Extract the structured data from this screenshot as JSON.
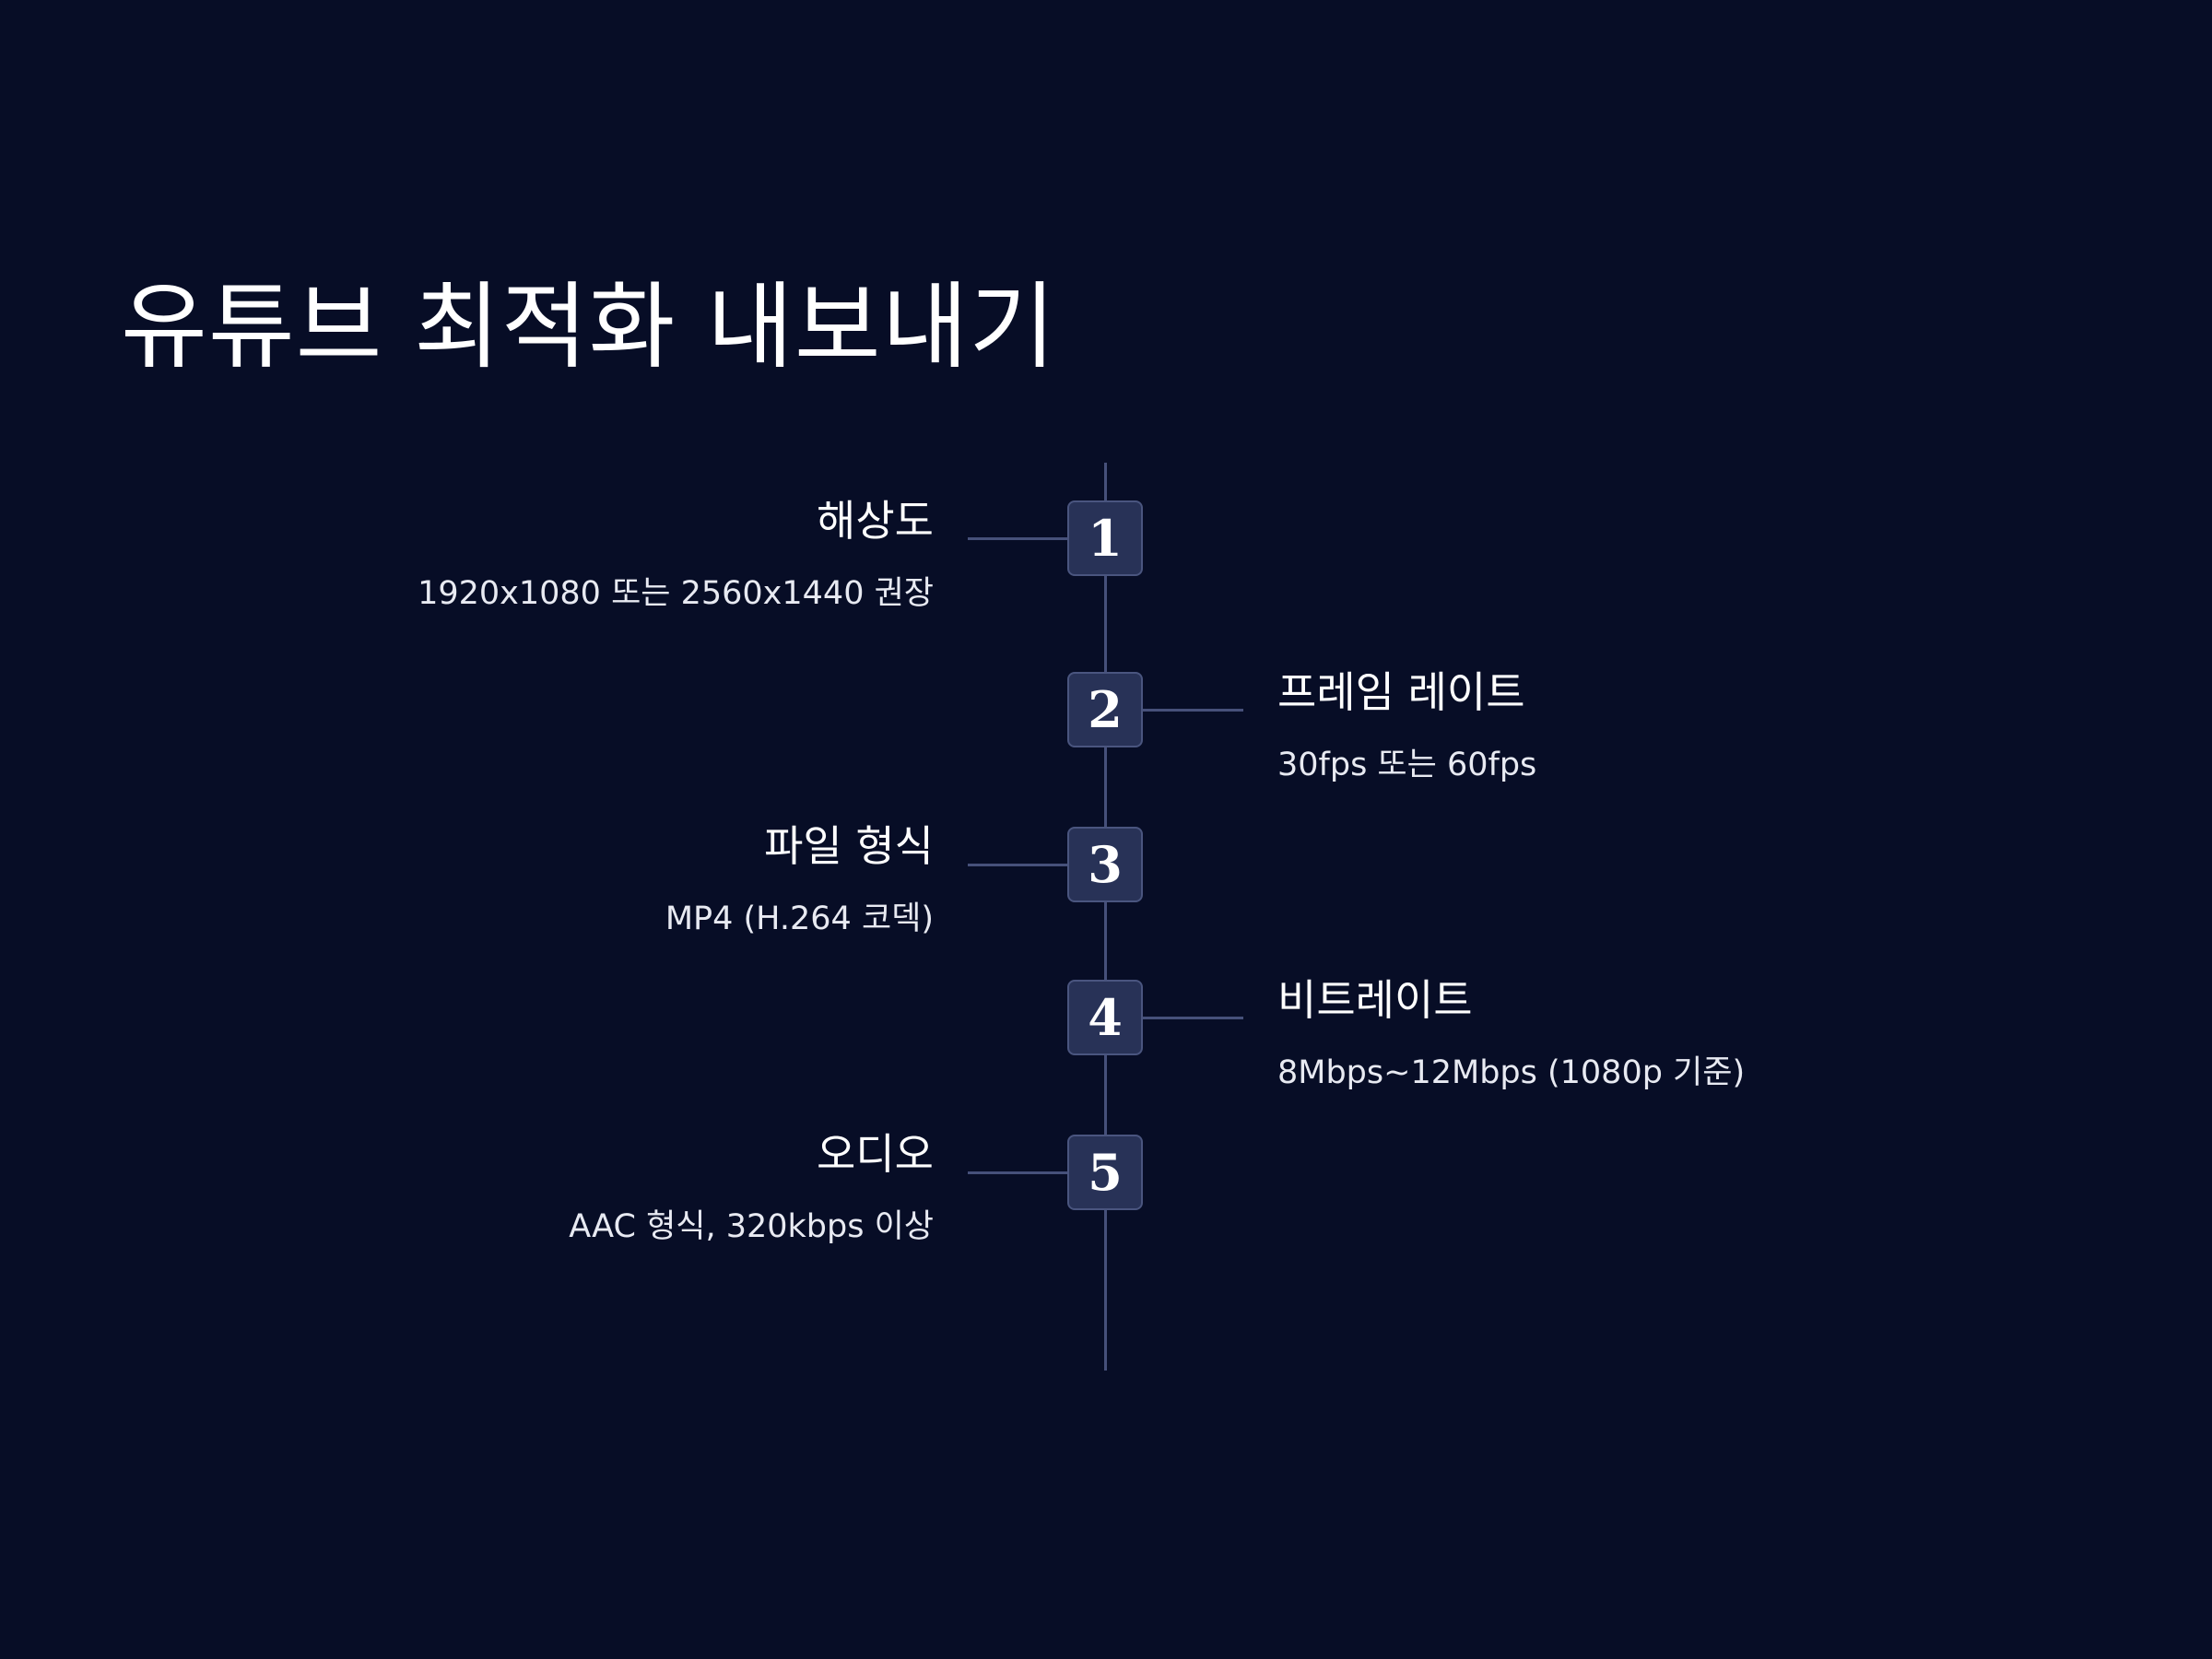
{
  "title": "유튜브 최적화 내보내기",
  "colors": {
    "background": "#070d26",
    "line": "#46507a",
    "badge_fill": "#283257",
    "badge_border": "#4a557f",
    "text": "#ffffff"
  },
  "steps": [
    {
      "number": "1",
      "side": "left",
      "title": "해상도",
      "description": "1920x1080 또는 2560x1440 권장"
    },
    {
      "number": "2",
      "side": "right",
      "title": "프레임 레이트",
      "description": "30fps 또는 60fps"
    },
    {
      "number": "3",
      "side": "left",
      "title": "파일 형식",
      "description": "MP4 (H.264 코덱)"
    },
    {
      "number": "4",
      "side": "right",
      "title": "비트레이트",
      "description": "8Mbps~12Mbps (1080p 기준)"
    },
    {
      "number": "5",
      "side": "left",
      "title": "오디오",
      "description": "AAC 형식, 320kbps 이상"
    }
  ]
}
